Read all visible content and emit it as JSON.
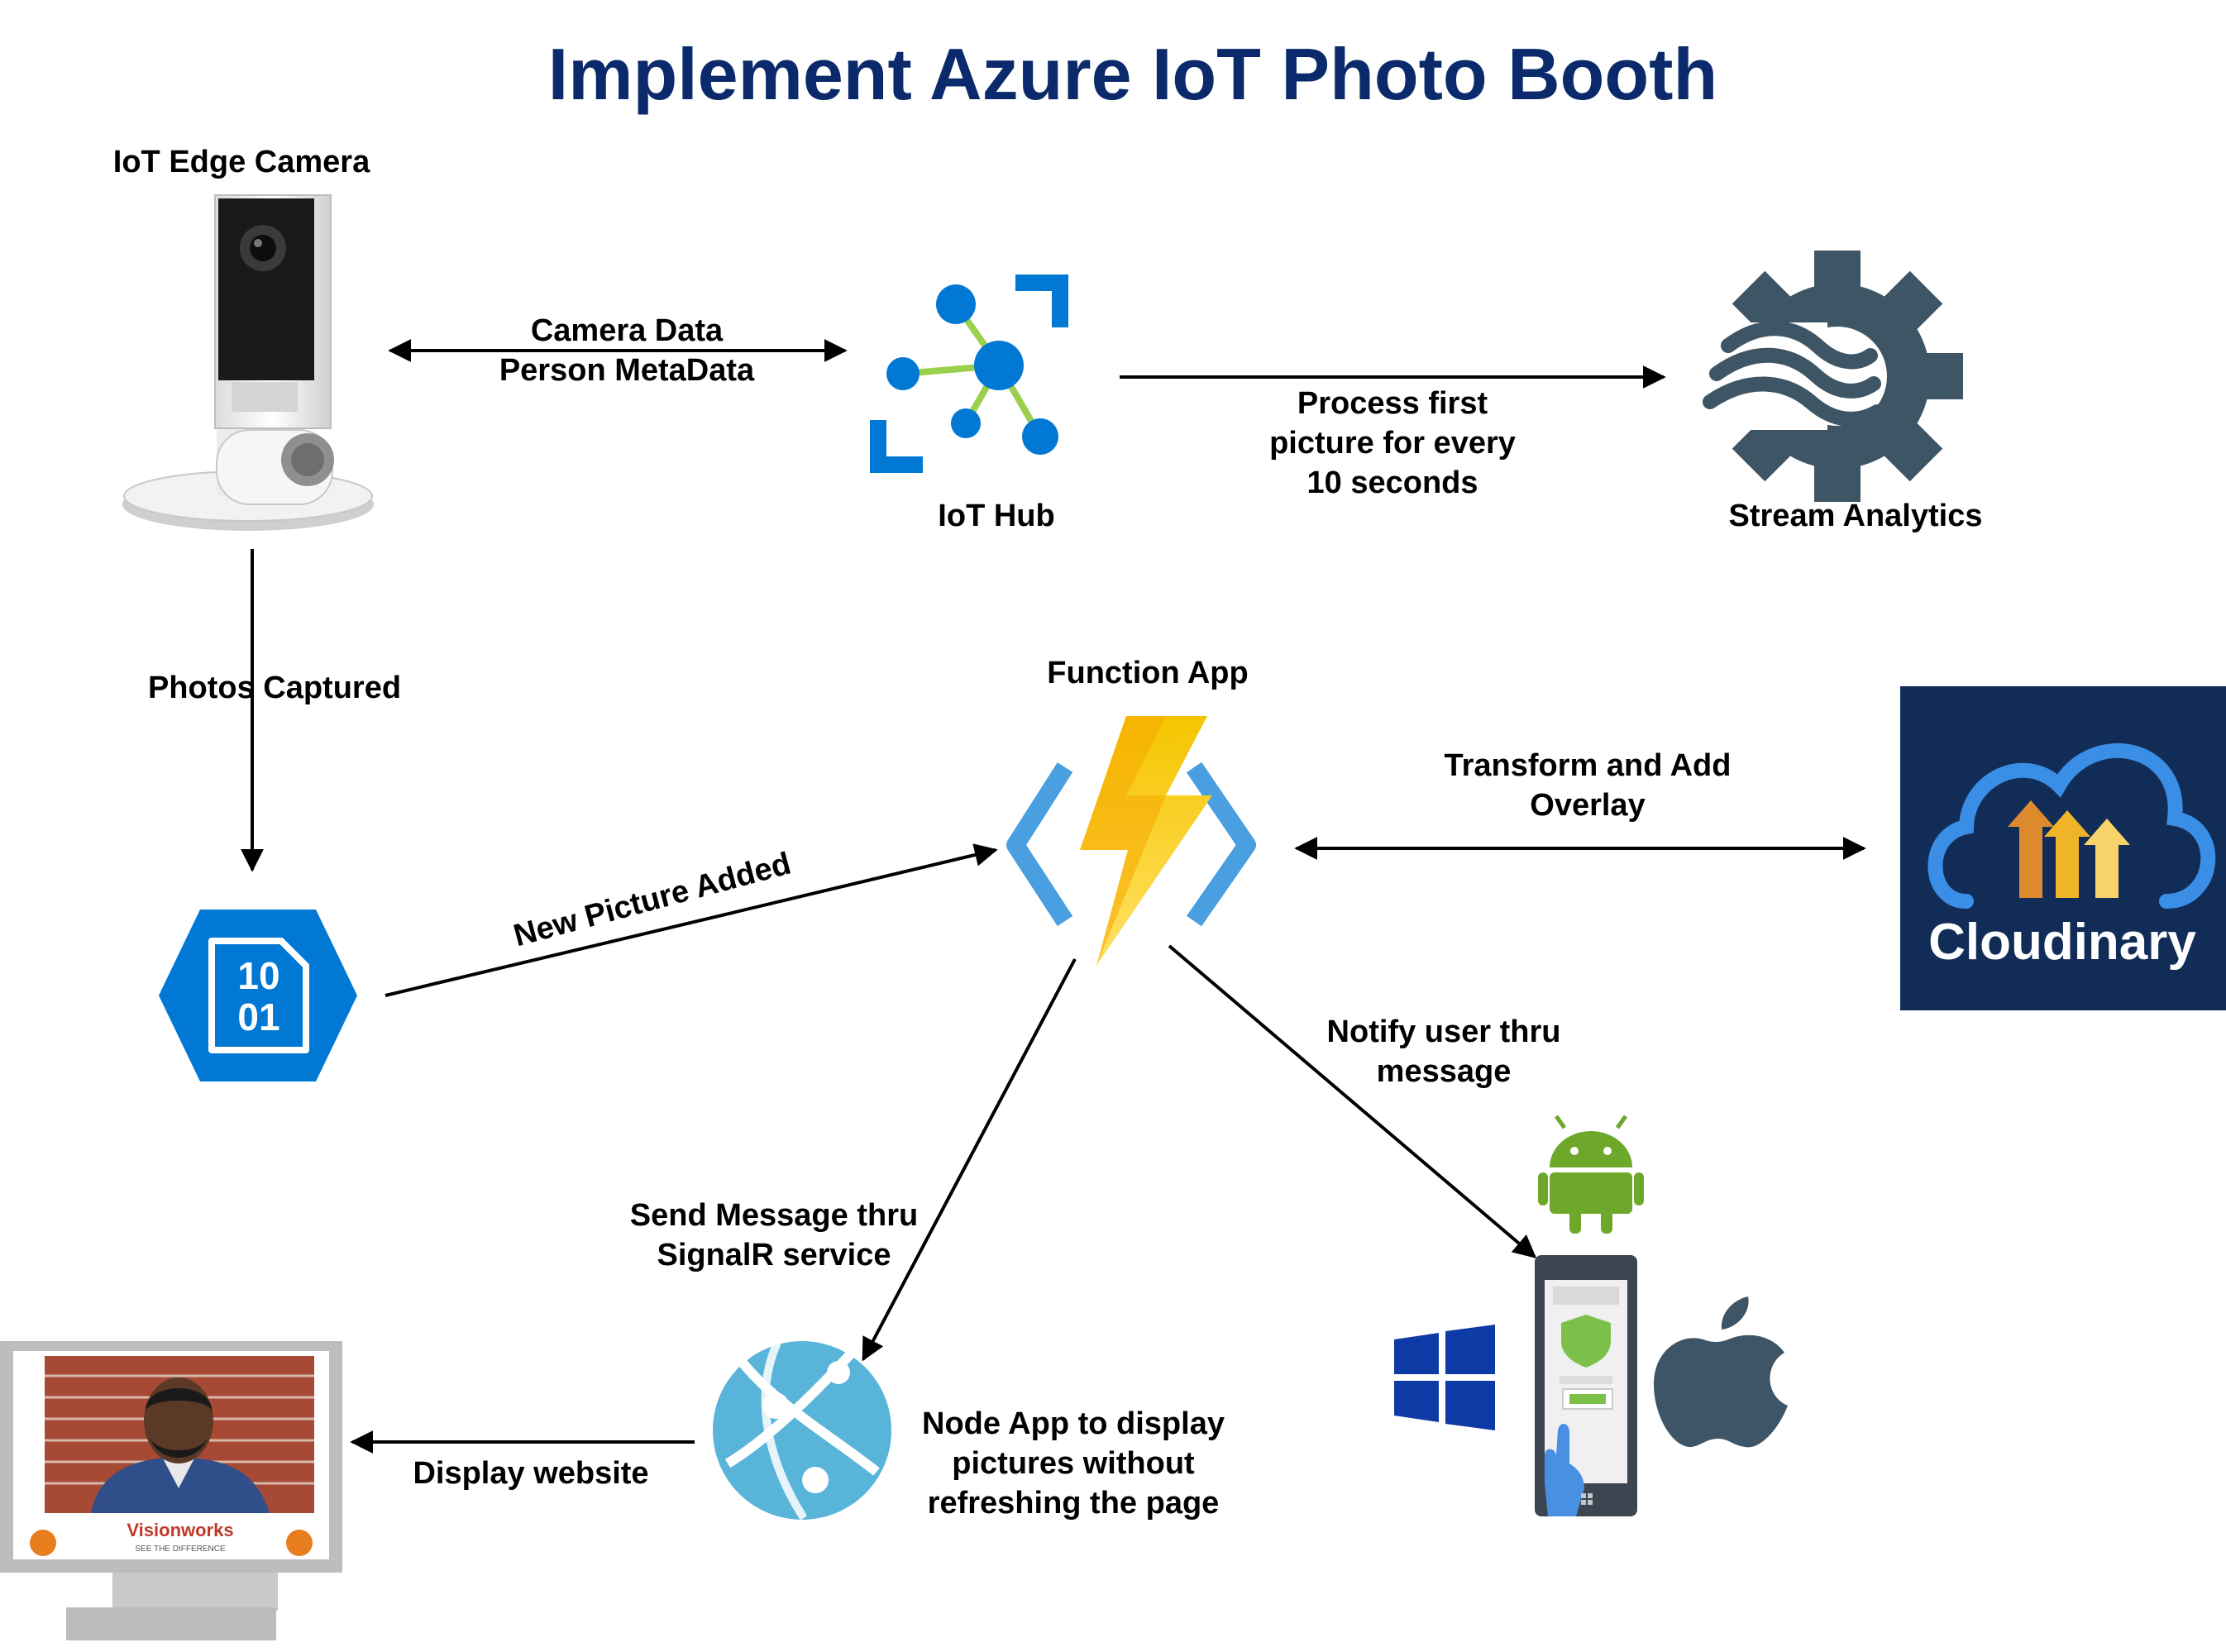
{
  "title": "Implement Azure IoT Photo Booth",
  "nodes": {
    "camera": "IoT Edge Camera",
    "iot_hub": "IoT Hub",
    "stream_analytics": "Stream Analytics",
    "function_app": "Function App",
    "cloudinary": "Cloudinary",
    "node_app": [
      "Node App to display",
      "pictures without",
      "refreshing the page"
    ]
  },
  "edges": {
    "camera_hub": [
      "Camera Data",
      "Person MetaData"
    ],
    "hub_stream": [
      "Process first",
      "picture for every",
      "10 seconds"
    ],
    "photos_captured": "Photos Captured",
    "new_picture": "New Picture Added",
    "transform": [
      "Transform and Add",
      "Overlay"
    ],
    "notify": [
      "Notify user thru",
      "message"
    ],
    "signalr": [
      "Send Message thru",
      "SignalR service"
    ],
    "display": "Display website"
  },
  "blob": {
    "line1": "10",
    "line2": "01"
  },
  "monitor_logo": {
    "brand": "Visionworks",
    "tagline": "SEE THE DIFFERENCE"
  },
  "colors": {
    "title": "#0b2a6b",
    "azure_blue": "#0078d4",
    "hub_green": "#9ad04b",
    "gear": "#3e5566",
    "cloudinary_bg": "#112d57",
    "android": "#6ea82a",
    "windows": "#0e3aa5",
    "apple": "#3d5566"
  }
}
